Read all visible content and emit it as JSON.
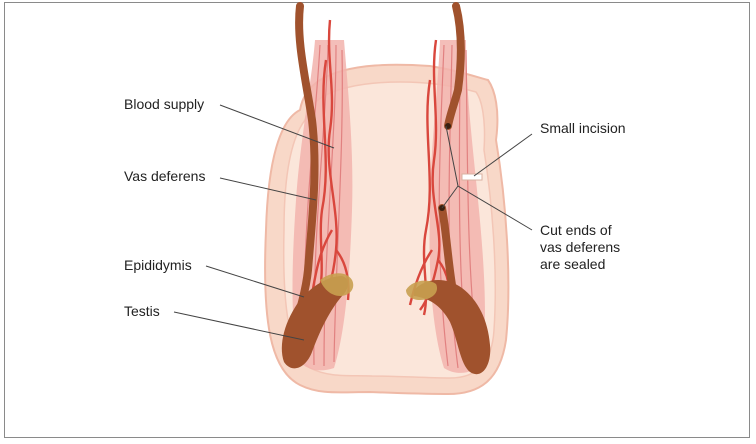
{
  "labels": {
    "blood_supply": "Blood supply",
    "vas_deferens": "Vas deferens",
    "epididymis": "Epididymis",
    "testis": "Testis",
    "small_incision": "Small incision",
    "cut_ends": [
      "Cut ends of",
      "vas deferens",
      "are sealed"
    ]
  },
  "colors": {
    "skin_outer": "#f8d8c8",
    "skin_inner": "#fbe6da",
    "muscle": "#e88a8a",
    "vessel": "#d9473d",
    "vas": "#a0522d",
    "epididymis_spot": "#c8a050",
    "leader_line": "#444444"
  }
}
